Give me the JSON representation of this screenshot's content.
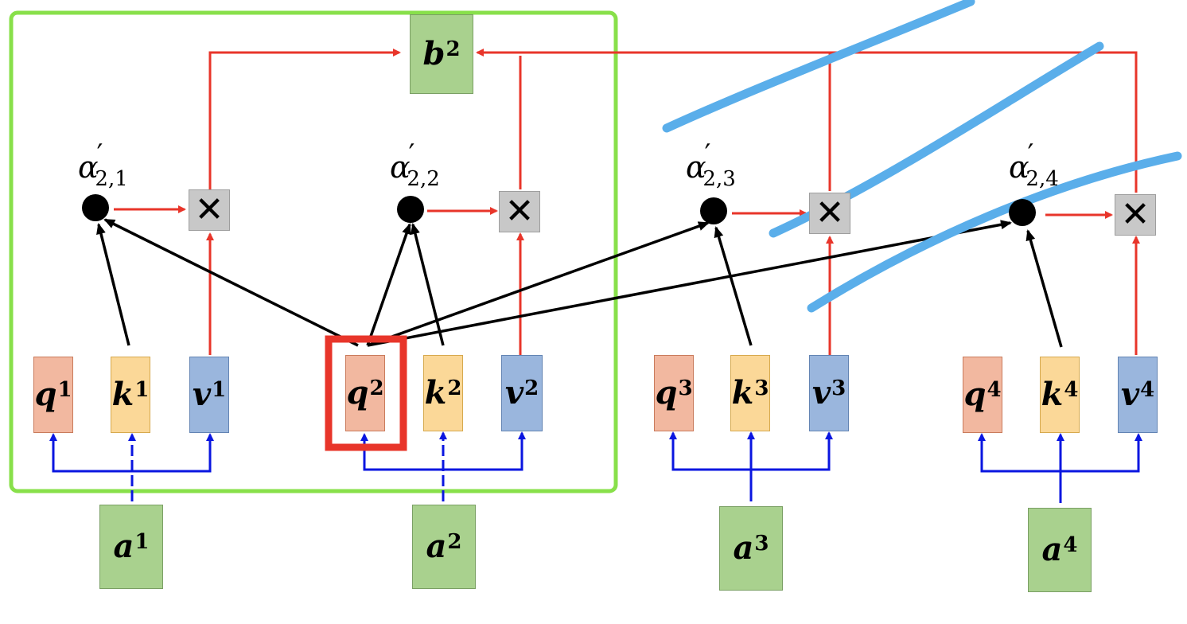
{
  "b": {
    "base": "b",
    "sup": "2"
  },
  "alphas": [
    {
      "sym": "α",
      "prime": "′",
      "sub": "2,1"
    },
    {
      "sym": "α",
      "prime": "′",
      "sub": "2,2"
    },
    {
      "sym": "α",
      "prime": "′",
      "sub": "2,3"
    },
    {
      "sym": "α",
      "prime": "′",
      "sub": "2,4"
    }
  ],
  "multiply_glyph": "✕",
  "columns": [
    {
      "q": "q",
      "k": "k",
      "v": "v",
      "a": "a",
      "sup": "1"
    },
    {
      "q": "q",
      "k": "k",
      "v": "v",
      "a": "a",
      "sup": "2"
    },
    {
      "q": "q",
      "k": "k",
      "v": "v",
      "a": "a",
      "sup": "3"
    },
    {
      "q": "q",
      "k": "k",
      "v": "v",
      "a": "a",
      "sup": "4"
    }
  ],
  "colors": {
    "query": "#f2b8a0",
    "key": "#fbd898",
    "value": "#9ab6dd",
    "input": "#a9d18e",
    "highlight_frame": "#88e04a",
    "query_highlight": "#e8352a",
    "red_arrow": "#e8352a",
    "blue_arrow": "#0a16e0",
    "black_arrow": "#000000",
    "strikethrough": "#5aaeea"
  }
}
